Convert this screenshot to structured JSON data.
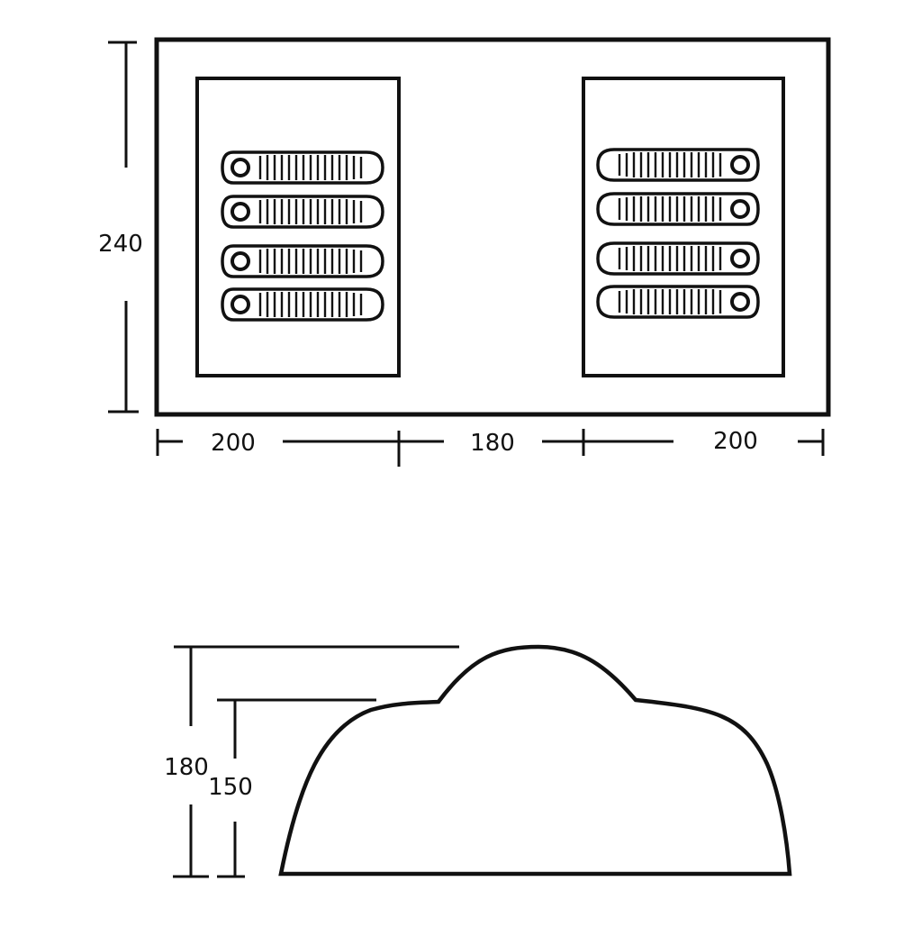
{
  "plan_view": {
    "width_label": "240",
    "segment_labels": [
      "200",
      "180",
      "200"
    ]
  },
  "side_view": {
    "height_labels": [
      "180",
      "150"
    ]
  },
  "icons": {
    "sleeping_bag": "sleeping-bag-icon",
    "sleeping_bags_per_room": 4
  },
  "colors": {
    "ink": "#111111",
    "background": "#ffffff"
  }
}
